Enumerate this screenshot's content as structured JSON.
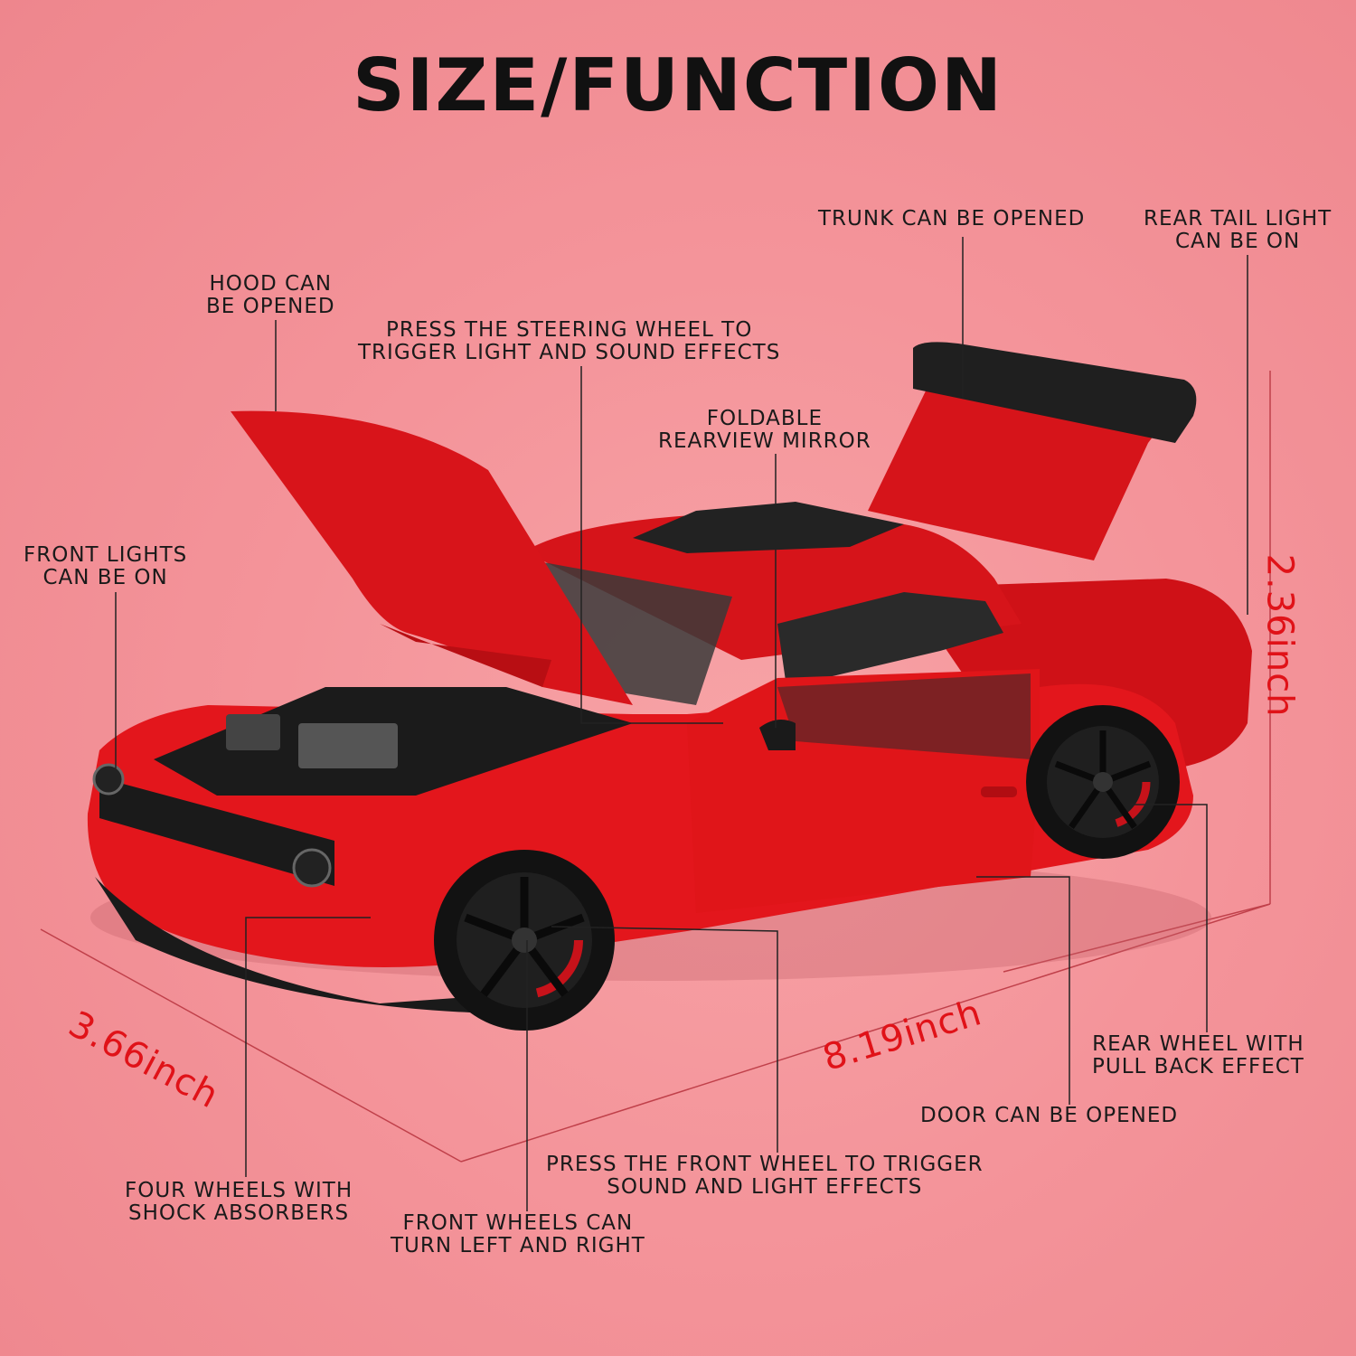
{
  "title": "SIZE/FUNCTION",
  "labels": {
    "trunk": [
      "TRUNK CAN BE OPENED"
    ],
    "tail_light": [
      "REAR TAIL LIGHT",
      "CAN BE ON"
    ],
    "hood": [
      "HOOD CAN",
      "BE OPENED"
    ],
    "steering": [
      "PRESS THE STEERING WHEEL TO",
      "TRIGGER LIGHT AND SOUND EFFECTS"
    ],
    "mirror": [
      "FOLDABLE",
      "REARVIEW MIRROR"
    ],
    "front_lights": [
      "FRONT LIGHTS",
      "CAN BE ON"
    ],
    "rear_wheel": [
      "REAR WHEEL WITH",
      "PULL BACK EFFECT"
    ],
    "door": [
      "DOOR CAN BE OPENED"
    ],
    "front_wheel_press": [
      "PRESS THE FRONT WHEEL TO TRIGGER",
      "SOUND AND LIGHT EFFECTS"
    ],
    "shock": [
      "FOUR WHEELS WITH",
      "SHOCK ABSORBERS"
    ],
    "turn": [
      "FRONT WHEELS CAN",
      "TURN LEFT AND RIGHT"
    ]
  },
  "dimensions": {
    "height": "2.36inch",
    "width": "3.66inch",
    "length": "8.19inch"
  },
  "colors": {
    "background": "#f4949a",
    "car_body": "#e3161c",
    "dimension_text": "#e01218",
    "label_text": "#1a1a1a"
  },
  "icons": {
    "car": "red-muscle-car-model"
  }
}
